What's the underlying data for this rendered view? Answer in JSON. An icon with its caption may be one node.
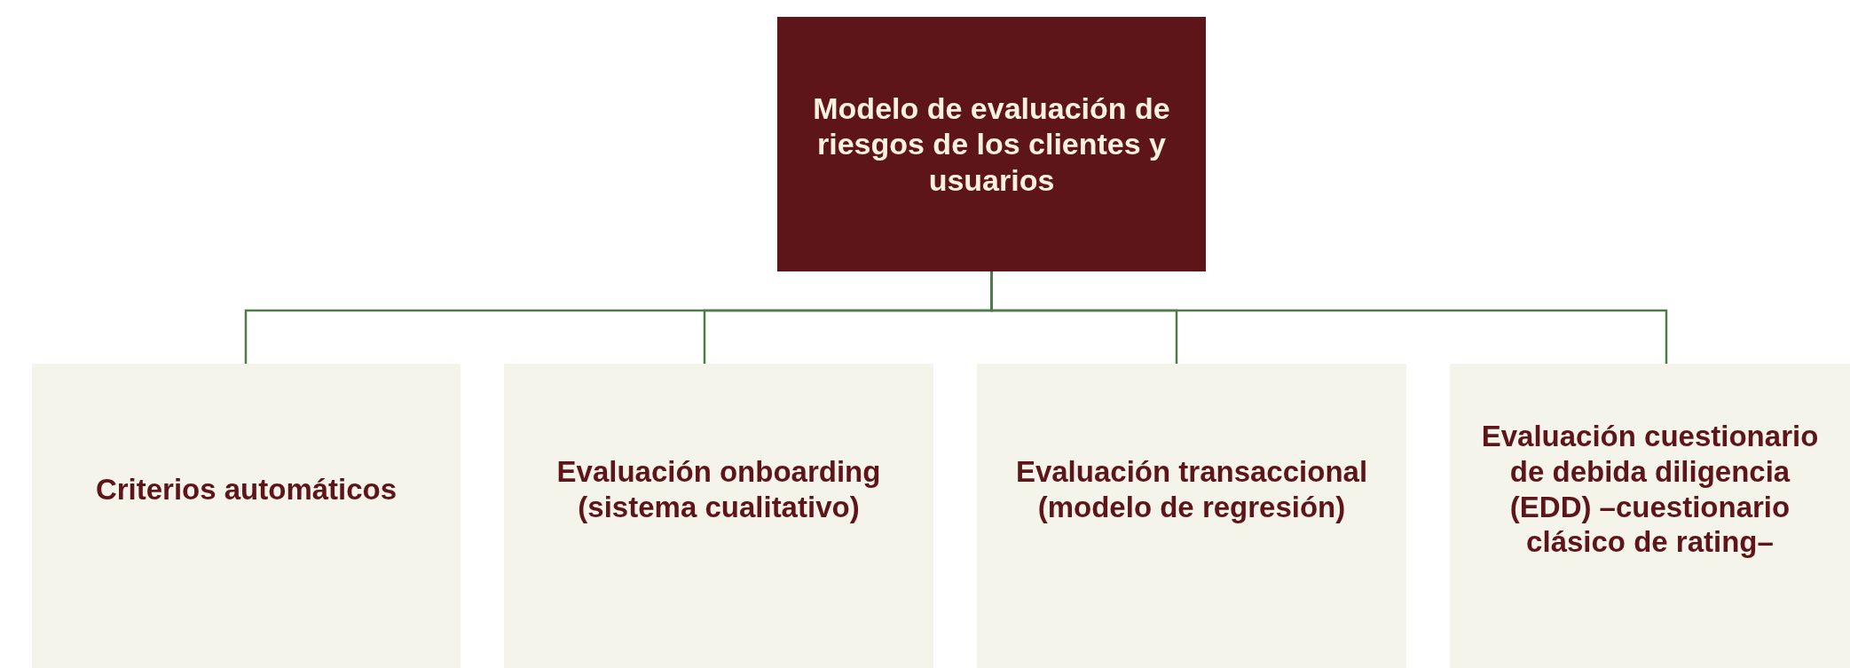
{
  "diagram": {
    "nodes": [
      {
        "text": [
          "Modelo de evaluación de riesgos de los clientes y usuarios"
        ]
      },
      {
        "text": [
          "Criterios automáticos"
        ]
      },
      {
        "text": [
          "Evaluación onboarding (sistema cualitativo)"
        ]
      },
      {
        "text": [
          "Evaluación transaccional (modelo de regresión)"
        ]
      },
      {
        "text": [
          "Evaluación cuestionario de debida diligencia (EDD) –cuestionario clásico de rating–"
        ]
      }
    ],
    "edges": [
      {
        "from": 0,
        "to": 1,
        "arrow": "none"
      },
      {
        "from": 0,
        "to": 2,
        "arrow": "none"
      },
      {
        "from": 0,
        "to": 3,
        "arrow": "none"
      },
      {
        "from": 0,
        "to": 4,
        "arrow": "none"
      }
    ]
  }
}
